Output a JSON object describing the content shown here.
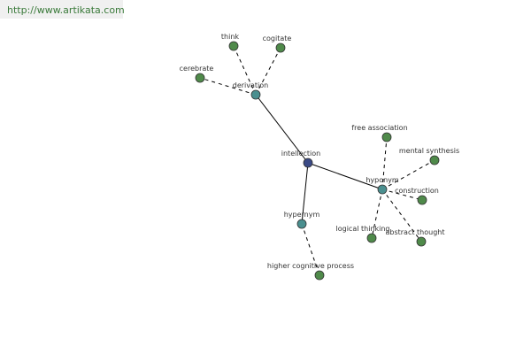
{
  "site_url": "http://www.artikata.com",
  "colors": {
    "root_node": "#3b4a86",
    "relation_node": "#4a8f8f",
    "leaf_node": "#4f8a4a",
    "edge": "#000000",
    "label": "#333333"
  },
  "graph": {
    "root": {
      "id": "intellection",
      "label": "intellection"
    },
    "relations": [
      {
        "id": "derivation",
        "label": "derivation",
        "parent": "intellection"
      },
      {
        "id": "hyponym",
        "label": "hyponym",
        "parent": "intellection"
      },
      {
        "id": "hypernym",
        "label": "hypernym",
        "parent": "intellection"
      }
    ],
    "terms": [
      {
        "id": "think",
        "label": "think",
        "parent": "derivation"
      },
      {
        "id": "cogitate",
        "label": "cogitate",
        "parent": "derivation"
      },
      {
        "id": "cerebrate",
        "label": "cerebrate",
        "parent": "derivation"
      },
      {
        "id": "free-association",
        "label": "free association",
        "parent": "hyponym"
      },
      {
        "id": "mental-synthesis",
        "label": "mental synthesis",
        "parent": "hyponym"
      },
      {
        "id": "construction",
        "label": "construction",
        "parent": "hyponym"
      },
      {
        "id": "logical-thinking",
        "label": "logical thinking",
        "parent": "hyponym"
      },
      {
        "id": "abstract-thought",
        "label": "abstract thought",
        "parent": "hyponym"
      },
      {
        "id": "higher-cognitive-process",
        "label": "higher cognitive process",
        "parent": "hypernym"
      }
    ]
  }
}
